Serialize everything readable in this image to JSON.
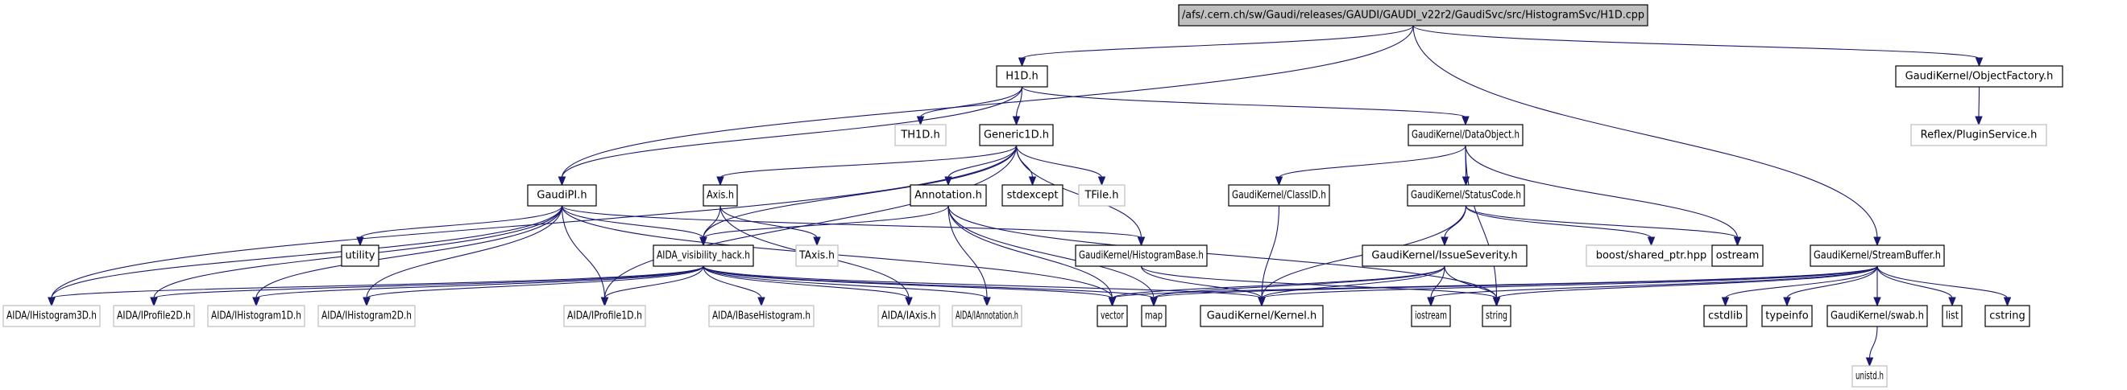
{
  "diagram": {
    "type": "include-dependency-graph",
    "edge_color": "#191970",
    "root_fill": "#bfbfbf",
    "external_border": "#bfbfbf",
    "nodes": [
      {
        "id": "root",
        "label": "/afs/.cern.ch/sw/Gaudi/releases/GAUDI/GAUDI_v22r2/GaudiSvc/src/HistogramSvc/H1D.cpp",
        "kind": "root"
      },
      {
        "id": "h1d",
        "label": "H1D.h",
        "kind": "documented"
      },
      {
        "id": "objfactory",
        "label": "GaudiKernel/ObjectFactory.h",
        "kind": "documented"
      },
      {
        "id": "pluginservice",
        "label": "Reflex/PluginService.h",
        "kind": "external"
      },
      {
        "id": "th1d",
        "label": "TH1D.h",
        "kind": "external"
      },
      {
        "id": "generic1d",
        "label": "Generic1D.h",
        "kind": "documented"
      },
      {
        "id": "dataobject",
        "label": "GaudiKernel/DataObject.h",
        "kind": "documented"
      },
      {
        "id": "gaudipi",
        "label": "GaudiPI.h",
        "kind": "documented"
      },
      {
        "id": "axis",
        "label": "Axis.h",
        "kind": "documented"
      },
      {
        "id": "annotation",
        "label": "Annotation.h",
        "kind": "documented"
      },
      {
        "id": "stdexcept",
        "label": "stdexcept",
        "kind": "documented"
      },
      {
        "id": "tfile",
        "label": "TFile.h",
        "kind": "external"
      },
      {
        "id": "classid",
        "label": "GaudiKernel/ClassID.h",
        "kind": "documented"
      },
      {
        "id": "statuscode",
        "label": "GaudiKernel/StatusCode.h",
        "kind": "documented"
      },
      {
        "id": "utility",
        "label": "utility",
        "kind": "documented"
      },
      {
        "id": "aidahack",
        "label": "AIDA_visibility_hack.h",
        "kind": "documented"
      },
      {
        "id": "taxis",
        "label": "TAxis.h",
        "kind": "external"
      },
      {
        "id": "histbase",
        "label": "GaudiKernel/HistogramBase.h",
        "kind": "documented"
      },
      {
        "id": "issueseverity",
        "label": "GaudiKernel/IssueSeverity.h",
        "kind": "documented"
      },
      {
        "id": "sharedptr",
        "label": "boost/shared_ptr.hpp",
        "kind": "external"
      },
      {
        "id": "ostream",
        "label": "ostream",
        "kind": "documented"
      },
      {
        "id": "streambuffer",
        "label": "GaudiKernel/StreamBuffer.h",
        "kind": "documented"
      },
      {
        "id": "ihist3d",
        "label": "AIDA/IHistogram3D.h",
        "kind": "external"
      },
      {
        "id": "iprof2d",
        "label": "AIDA/IProfile2D.h",
        "kind": "external"
      },
      {
        "id": "ihist1d",
        "label": "AIDA/IHistogram1D.h",
        "kind": "external"
      },
      {
        "id": "ihist2d",
        "label": "AIDA/IHistogram2D.h",
        "kind": "external"
      },
      {
        "id": "iprof1d",
        "label": "AIDA/IProfile1D.h",
        "kind": "external"
      },
      {
        "id": "ibasehist",
        "label": "AIDA/IBaseHistogram.h",
        "kind": "external"
      },
      {
        "id": "iaxis",
        "label": "AIDA/IAxis.h",
        "kind": "external"
      },
      {
        "id": "iannotation",
        "label": "AIDA/IAnnotation.h",
        "kind": "external"
      },
      {
        "id": "vector",
        "label": "vector",
        "kind": "documented"
      },
      {
        "id": "map",
        "label": "map",
        "kind": "documented"
      },
      {
        "id": "kernel",
        "label": "GaudiKernel/Kernel.h",
        "kind": "documented"
      },
      {
        "id": "iostream",
        "label": "iostream",
        "kind": "documented"
      },
      {
        "id": "string",
        "label": "string",
        "kind": "documented"
      },
      {
        "id": "cstdlib",
        "label": "cstdlib",
        "kind": "documented"
      },
      {
        "id": "typeinfo",
        "label": "typeinfo",
        "kind": "documented"
      },
      {
        "id": "swab",
        "label": "GaudiKernel/swab.h",
        "kind": "documented"
      },
      {
        "id": "list",
        "label": "list",
        "kind": "documented"
      },
      {
        "id": "cstring",
        "label": "cstring",
        "kind": "documented"
      },
      {
        "id": "unistd",
        "label": "unistd.h",
        "kind": "external"
      }
    ],
    "edges": [
      [
        "root",
        "h1d"
      ],
      [
        "root",
        "gaudipi"
      ],
      [
        "root",
        "objfactory"
      ],
      [
        "root",
        "streambuffer"
      ],
      [
        "objfactory",
        "pluginservice"
      ],
      [
        "h1d",
        "th1d"
      ],
      [
        "h1d",
        "generic1d"
      ],
      [
        "h1d",
        "dataobject"
      ],
      [
        "h1d",
        "gaudipi"
      ],
      [
        "generic1d",
        "axis"
      ],
      [
        "generic1d",
        "annotation"
      ],
      [
        "generic1d",
        "stdexcept"
      ],
      [
        "generic1d",
        "tfile"
      ],
      [
        "generic1d",
        "histbase"
      ],
      [
        "generic1d",
        "aidahack"
      ],
      [
        "generic1d",
        "iprof1d"
      ],
      [
        "generic1d",
        "ihist3d"
      ],
      [
        "dataobject",
        "classid"
      ],
      [
        "dataobject",
        "statuscode"
      ],
      [
        "dataobject",
        "ostream"
      ],
      [
        "dataobject",
        "string"
      ],
      [
        "gaudipi",
        "utility"
      ],
      [
        "gaudipi",
        "aidahack"
      ],
      [
        "gaudipi",
        "histbase"
      ],
      [
        "gaudipi",
        "ihist3d"
      ],
      [
        "gaudipi",
        "iprof2d"
      ],
      [
        "gaudipi",
        "ihist1d"
      ],
      [
        "gaudipi",
        "ihist2d"
      ],
      [
        "gaudipi",
        "iprof1d"
      ],
      [
        "gaudipi",
        "vector"
      ],
      [
        "axis",
        "aidahack"
      ],
      [
        "axis",
        "taxis"
      ],
      [
        "axis",
        "iaxis"
      ],
      [
        "annotation",
        "aidahack"
      ],
      [
        "annotation",
        "iannotation"
      ],
      [
        "annotation",
        "vector"
      ],
      [
        "annotation",
        "map"
      ],
      [
        "annotation",
        "string"
      ],
      [
        "aidahack",
        "ihist3d"
      ],
      [
        "aidahack",
        "iprof2d"
      ],
      [
        "aidahack",
        "ihist1d"
      ],
      [
        "aidahack",
        "ihist2d"
      ],
      [
        "aidahack",
        "iprof1d"
      ],
      [
        "aidahack",
        "ibasehist"
      ],
      [
        "aidahack",
        "iaxis"
      ],
      [
        "aidahack",
        "iannotation"
      ],
      [
        "aidahack",
        "vector"
      ],
      [
        "aidahack",
        "map"
      ],
      [
        "aidahack",
        "kernel"
      ],
      [
        "classid",
        "kernel"
      ],
      [
        "statuscode",
        "issueseverity"
      ],
      [
        "statuscode",
        "sharedptr"
      ],
      [
        "statuscode",
        "ostream"
      ],
      [
        "statuscode",
        "kernel"
      ],
      [
        "histbase",
        "kernel"
      ],
      [
        "histbase",
        "string"
      ],
      [
        "issueseverity",
        "kernel"
      ],
      [
        "issueseverity",
        "iostream"
      ],
      [
        "issueseverity",
        "string"
      ],
      [
        "issueseverity",
        "map"
      ],
      [
        "issueseverity",
        "vector"
      ],
      [
        "streambuffer",
        "cstdlib"
      ],
      [
        "streambuffer",
        "typeinfo"
      ],
      [
        "streambuffer",
        "swab"
      ],
      [
        "streambuffer",
        "list"
      ],
      [
        "streambuffer",
        "cstring"
      ],
      [
        "streambuffer",
        "string"
      ],
      [
        "streambuffer",
        "iostream"
      ],
      [
        "streambuffer",
        "kernel"
      ],
      [
        "streambuffer",
        "vector"
      ],
      [
        "streambuffer",
        "map"
      ],
      [
        "swab",
        "unistd"
      ]
    ]
  }
}
